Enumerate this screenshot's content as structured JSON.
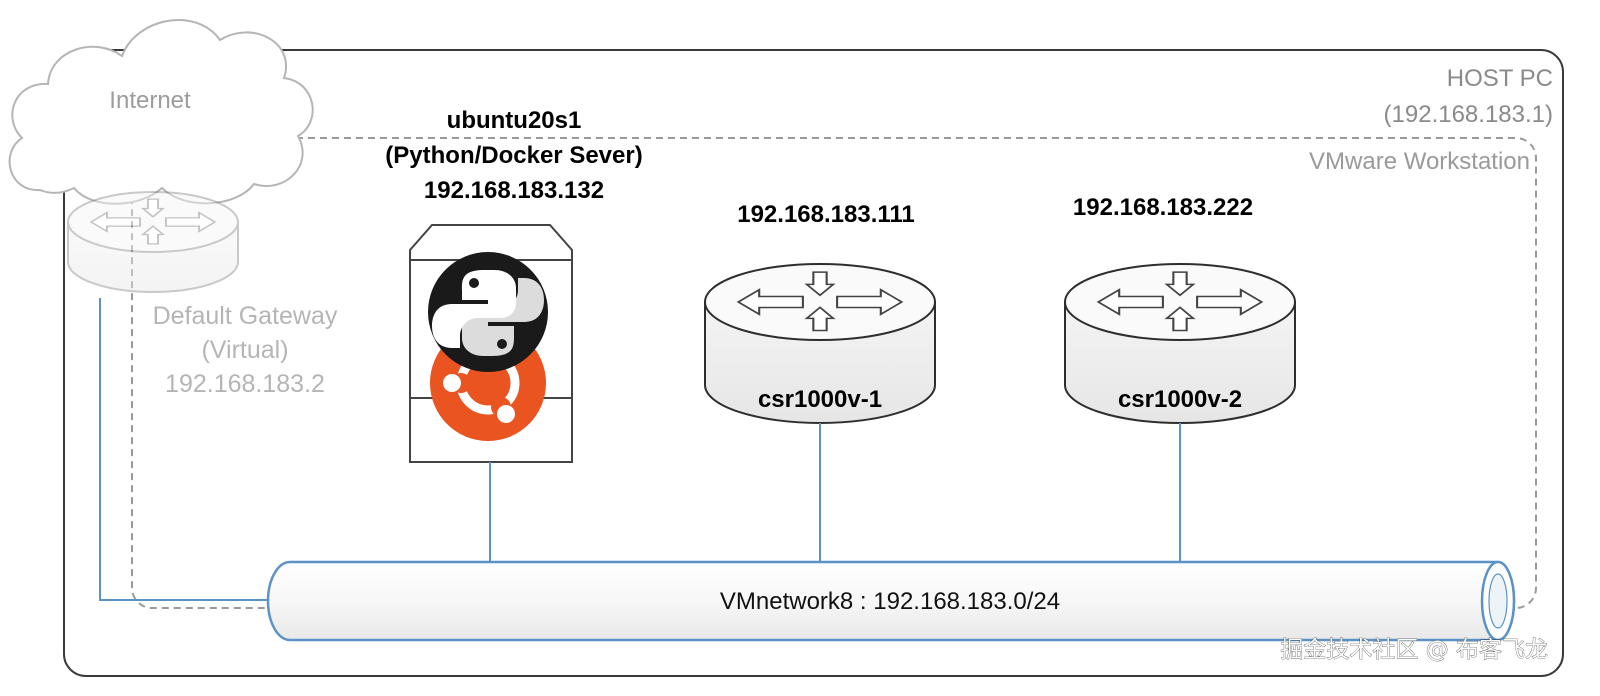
{
  "host": {
    "title": "HOST PC",
    "ip": "(192.168.183.1)"
  },
  "vmware": {
    "title": "VMware Workstation"
  },
  "internet": {
    "label": "Internet"
  },
  "gateway": {
    "line1": "Default Gateway",
    "line2": "(Virtual)",
    "ip": "192.168.183.2"
  },
  "server": {
    "name": "ubuntu20s1",
    "role": "(Python/Docker Sever)",
    "ip": "192.168.183.132",
    "icons": [
      "python-logo-icon",
      "ubuntu-logo-icon"
    ]
  },
  "routers": [
    {
      "name": "csr1000v-1",
      "ip": "192.168.183.111"
    },
    {
      "name": "csr1000v-2",
      "ip": "192.168.183.222"
    }
  ],
  "network": {
    "label": "VMnetwork8 : 192.168.183.0/24"
  },
  "watermark": {
    "text": "掘金技术社区 @ 布客飞龙"
  },
  "colors": {
    "link": "#5b93c7",
    "ubuntu": "#e95420",
    "python": "#1a1a1a"
  }
}
